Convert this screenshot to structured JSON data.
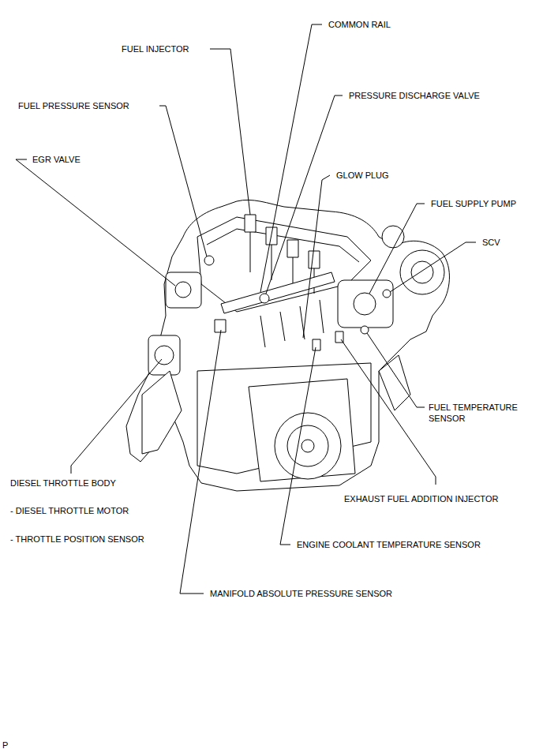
{
  "diagram": {
    "labels": [
      "COMMON RAIL",
      "FUEL INJECTOR",
      "PRESSURE DISCHARGE VALVE",
      "FUEL PRESSURE SENSOR",
      "EGR VALVE",
      "GLOW PLUG",
      "FUEL SUPPLY PUMP",
      "SCV",
      "FUEL TEMPERATURE SENSOR",
      "DIESEL THROTTLE BODY",
      "- DIESEL THROTTLE MOTOR",
      "EXHAUST FUEL ADDITION INJECTOR",
      "- THROTTLE POSITION SENSOR",
      "ENGINE COOLANT TEMPERATURE SENSOR",
      "MANIFOLD ABSOLUTE PRESSURE SENSOR",
      "P"
    ]
  }
}
